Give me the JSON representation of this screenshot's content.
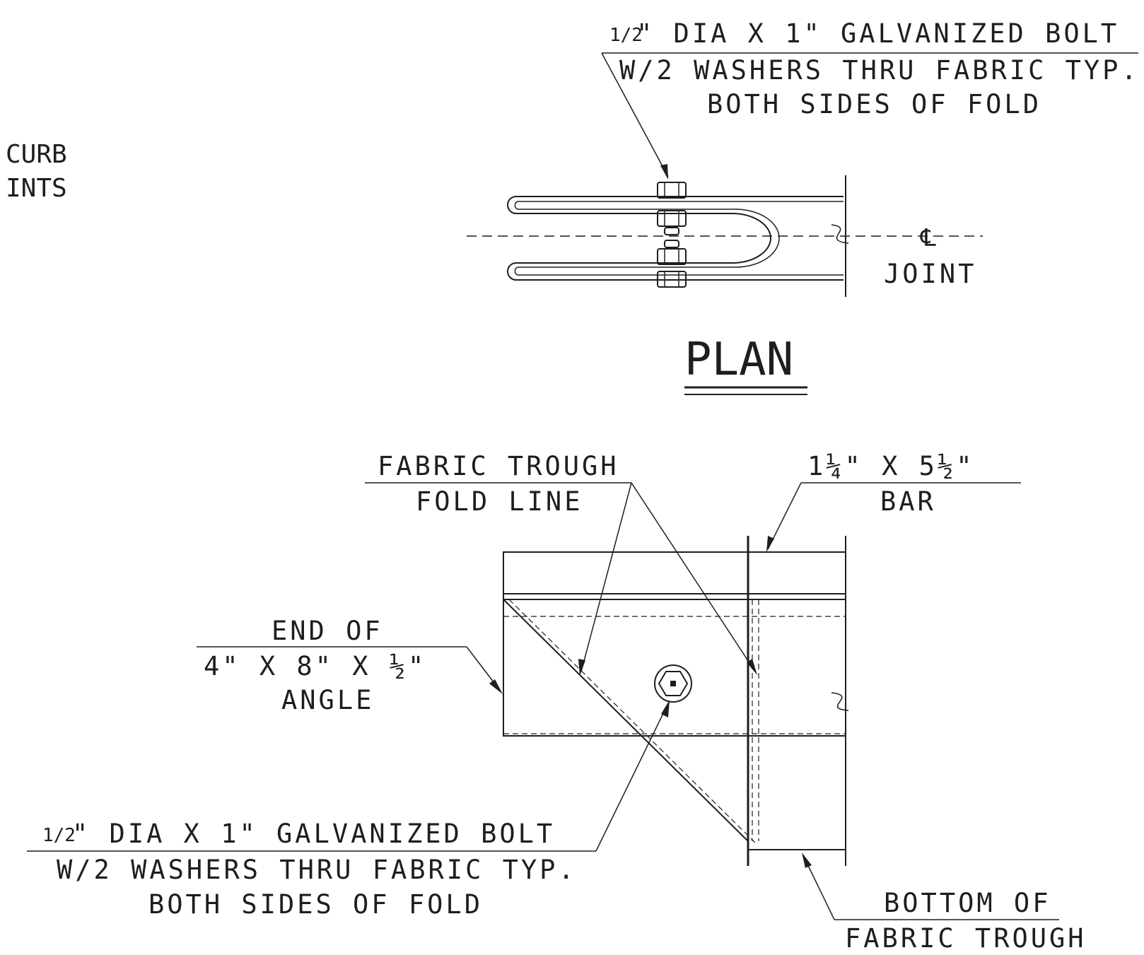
{
  "partial_note": {
    "line1": "CURB",
    "line2": "INTS"
  },
  "plan": {
    "title": "PLAN",
    "bolt_note": {
      "frac": "1/2",
      "line1": "\" DIA X 1\" GALVANIZED BOLT",
      "line2": "W/2 WASHERS THRU FABRIC TYP.",
      "line3": "BOTH SIDES OF FOLD"
    },
    "centerline_symbol": "℄",
    "joint_label": "JOINT"
  },
  "detail": {
    "fold_note": {
      "line1": "FABRIC TROUGH",
      "line2": "FOLD LINE"
    },
    "bar_note": {
      "line1": "1¼\" X 5½\"",
      "line2": "BAR"
    },
    "angle_note": {
      "line1": "END OF",
      "line2": "4\" X 8\" X ½\"",
      "line3": "ANGLE"
    },
    "bolt_note": {
      "frac": "1/2",
      "line1": "\" DIA X 1\"  GALVANIZED BOLT",
      "line2": "W/2 WASHERS THRU FABRIC TYP.",
      "line3": "BOTH SIDES OF FOLD"
    },
    "bottom_note": {
      "line1": "BOTTOM OF",
      "line2": "FABRIC TROUGH"
    }
  }
}
